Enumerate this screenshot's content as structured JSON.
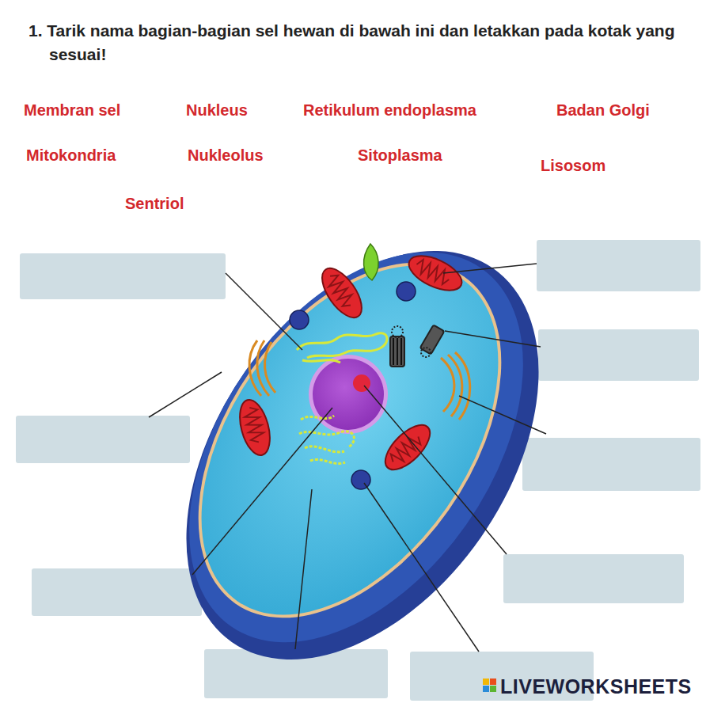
{
  "diagram": {
    "title": "1. Tarik nama bagian-bagian sel hewan di bawah ini dan letakkan pada kotak yang sesuai!",
    "labels": [
      "Membran sel",
      "Nukleus",
      "Retikulum endoplasma",
      "Badan Golgi",
      "Mitokondria",
      "Nukleolus",
      "Sitoplasma",
      "Lisosom",
      "Sentriol",
      "LIVEWORKSHEETS"
    ]
  }
}
